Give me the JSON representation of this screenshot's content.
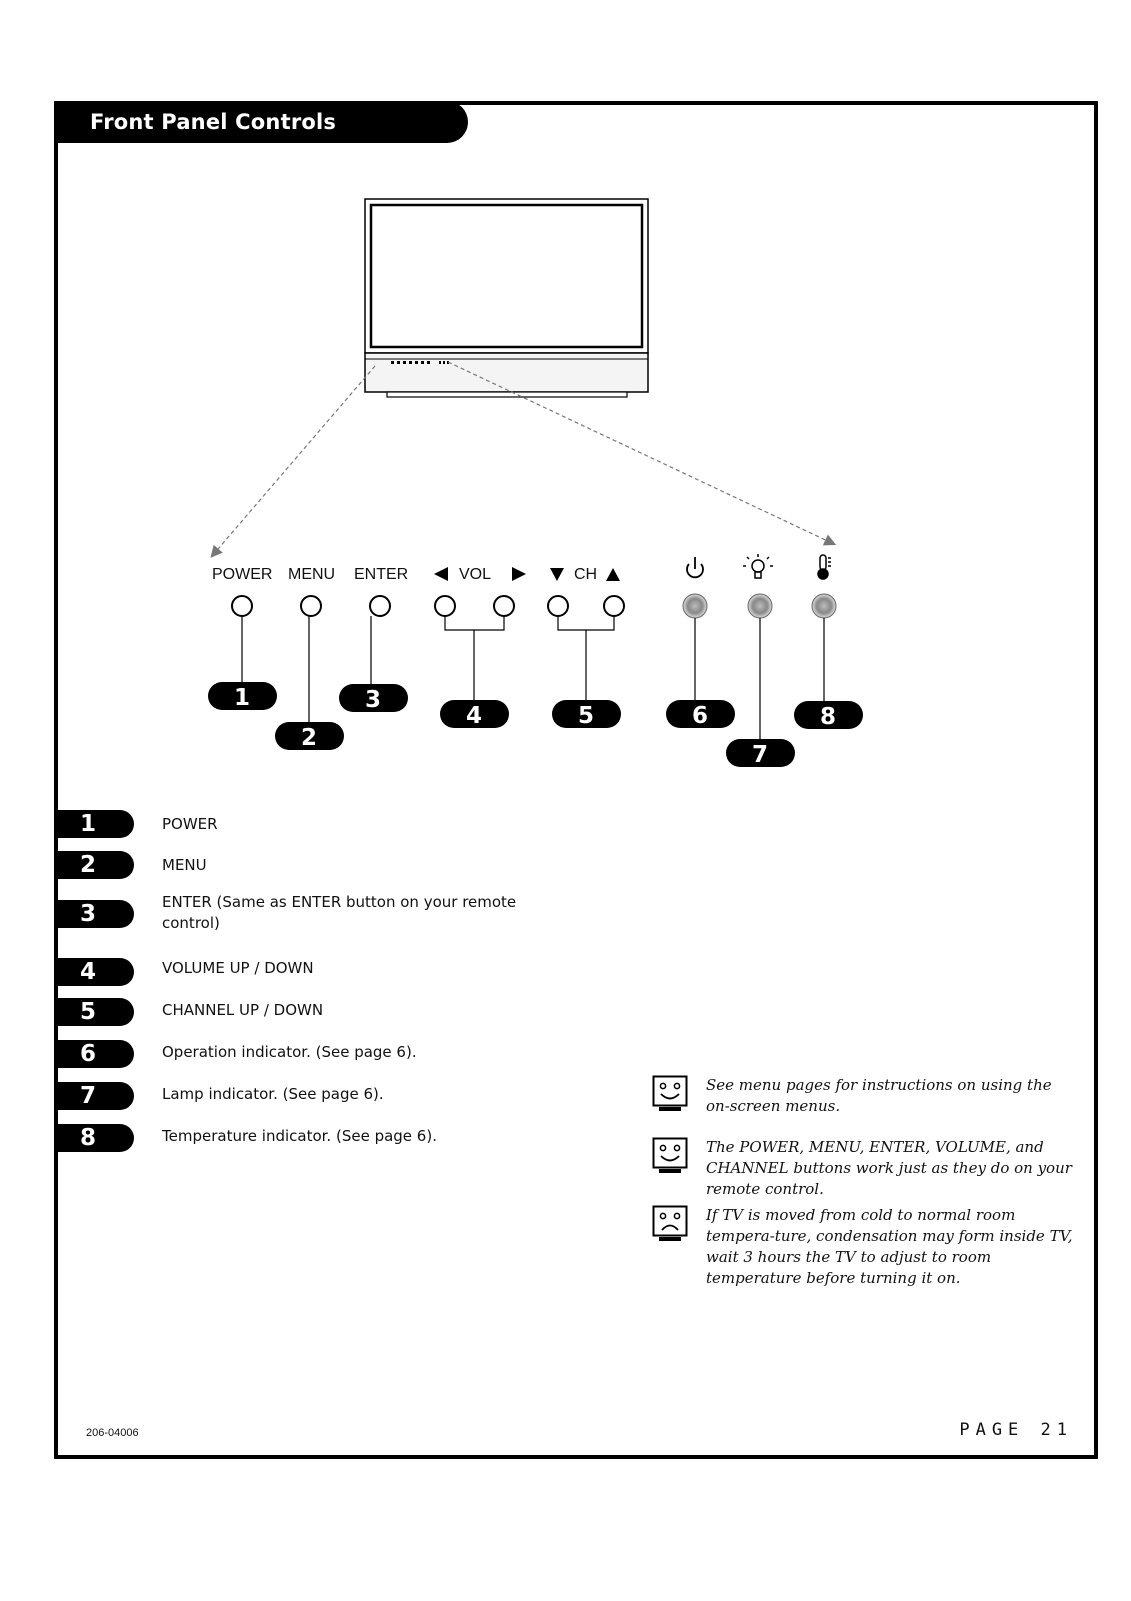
{
  "header": {
    "title": "Front Panel Controls"
  },
  "panel_labels": {
    "power": "POWER",
    "menu": "MENU",
    "enter": "ENTER",
    "vol": "VOL",
    "ch": "CH"
  },
  "callouts": [
    "1",
    "2",
    "3",
    "4",
    "5",
    "6",
    "7",
    "8"
  ],
  "items": [
    {
      "num": "1",
      "text": "POWER"
    },
    {
      "num": "2",
      "text": "MENU"
    },
    {
      "num": "3",
      "text": "ENTER (Same as ENTER button on your remote control)"
    },
    {
      "num": "4",
      "text": "VOLUME UP / DOWN"
    },
    {
      "num": "5",
      "text": "CHANNEL UP / DOWN"
    },
    {
      "num": "6",
      "text": "Operation indicator. (See page 6)."
    },
    {
      "num": "7",
      "text": "Lamp indicator. (See page 6)."
    },
    {
      "num": "8",
      "text": "Temperature indicator. (See page 6)."
    }
  ],
  "notes": [
    {
      "icon": "happy-face-icon",
      "text": "See menu pages for instructions on using the on-screen menus."
    },
    {
      "icon": "happy-face-icon",
      "text": "The POWER, MENU, ENTER, VOLUME, and CHANNEL buttons work just as they do on your remote control."
    },
    {
      "icon": "sad-face-icon",
      "text": "If TV is moved from cold to normal room tempera-ture, condensation may form inside TV, wait 3 hours the TV to adjust to room temperature before turning it on."
    }
  ],
  "footer": {
    "code": "206-04006",
    "page": "PAGE 21"
  }
}
